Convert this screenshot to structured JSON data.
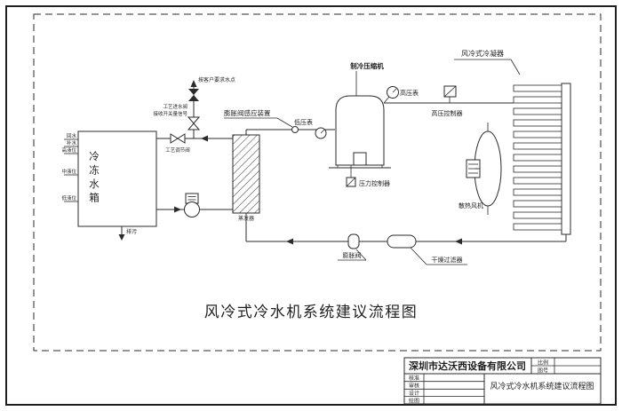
{
  "colors": {
    "ink": "#1f1f1f",
    "paper": "#ffffff"
  },
  "diagram": {
    "main_title": "风冷式冷水机系统建议流程图",
    "labels": {
      "tank": "冷冻水箱",
      "tank_port_1": "回水",
      "tank_port_2": "补水",
      "tank_port_3": "高液位",
      "tank_port_4": "中液位",
      "tank_port_5": "低液位",
      "drain": "排污",
      "customer_point": "按客户要求水点",
      "process_inlet_valve": "工艺进水阀",
      "signal_note": "接收开关量信号",
      "process_reg_valve": "工艺调节阀",
      "evaporator": "蒸发器",
      "expansion_sensor": "膨胀阀感应装置",
      "low_pressure_gauge": "低压表",
      "compressor": "制冷压缩机",
      "high_pressure_gauge": "高压表",
      "high_pressure_controller": "高压控制器",
      "condenser": "风冷式冷凝器",
      "fan": "散热风机",
      "pressure_controller": "压力控制器",
      "expansion_valve": "膨胀阀",
      "filter_drier": "干燥过滤器"
    }
  },
  "title_block": {
    "company": "深圳市达沃西设备有限公司",
    "scale_label": "比例",
    "drawing_no_label": "图号",
    "sign_rows": [
      "核准",
      "审核",
      "设计",
      "绘图"
    ],
    "drawing_title": "风冷式冷水机系统建议流程图"
  }
}
